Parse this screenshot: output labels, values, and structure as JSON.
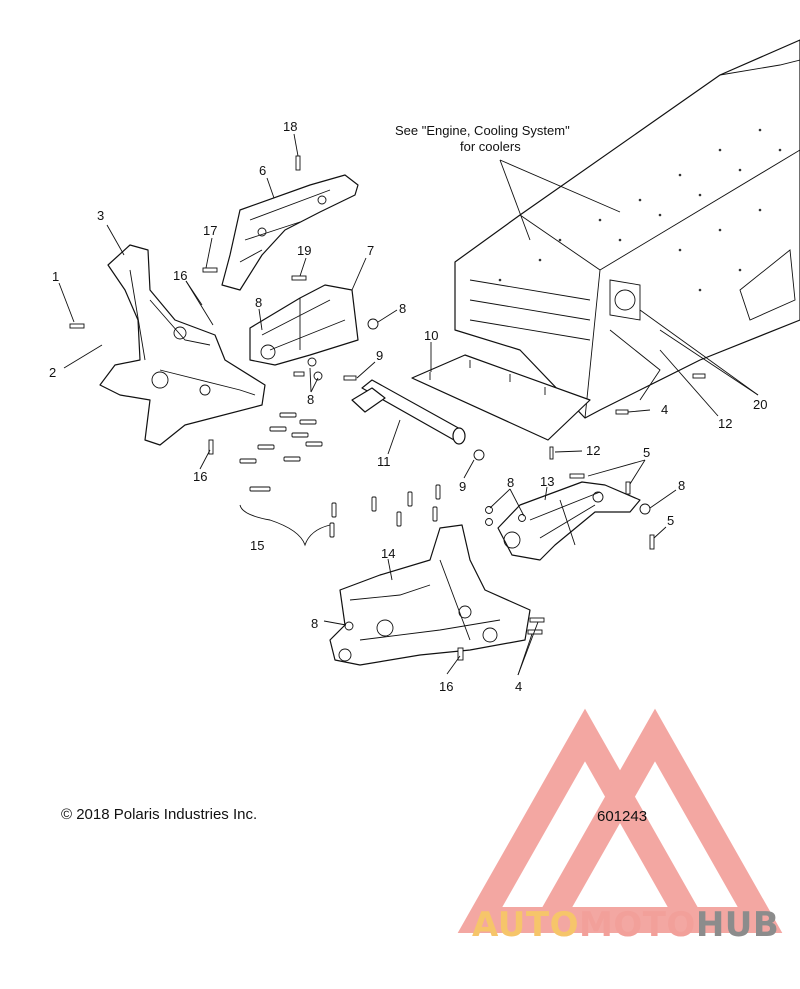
{
  "note": {
    "line1": "See \"Engine, Cooling System\"",
    "line2": "for coolers"
  },
  "callouts": {
    "c1": "1",
    "c2": "2",
    "c3": "3",
    "c4a": "4",
    "c4b": "4",
    "c5a": "5",
    "c5b": "5",
    "c6": "6",
    "c7": "7",
    "c8a": "8",
    "c8b": "8",
    "c8c": "8",
    "c8d": "8",
    "c8e": "8",
    "c8f": "8",
    "c9a": "9",
    "c9b": "9",
    "c10": "10",
    "c11": "11",
    "c12a": "12",
    "c12b": "12",
    "c13": "13",
    "c14": "14",
    "c15": "15",
    "c16a": "16",
    "c16b": "16",
    "c16c": "16",
    "c17": "17",
    "c18": "18",
    "c19": "19",
    "c20": "20"
  },
  "footer": {
    "copyright": "© 2018 Polaris Industries Inc.",
    "diagram_number": "601243"
  },
  "watermark": {
    "part_a": "AUTO",
    "part_b": "MOTO",
    "part_c": "HUB",
    "triangle_color": "#f08a84"
  }
}
